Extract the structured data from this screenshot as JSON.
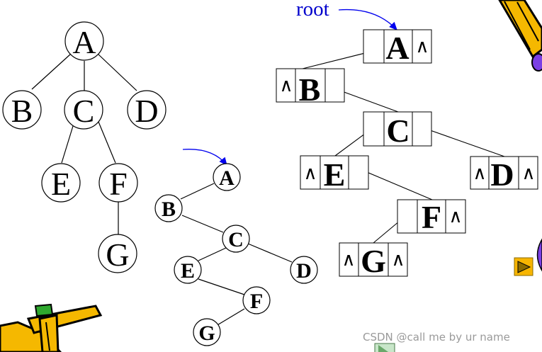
{
  "general_tree": {
    "nodes": {
      "A": "A",
      "B": "B",
      "C": "C",
      "D": "D",
      "E": "E",
      "F": "F",
      "G": "G"
    }
  },
  "binary_tree": {
    "nodes": {
      "A": "A",
      "B": "B",
      "C": "C",
      "D": "D",
      "E": "E",
      "F": "F",
      "G": "G"
    }
  },
  "linked_storage": {
    "root_label": "root",
    "null_symbol": "∧",
    "nodes": {
      "A": "A",
      "B": "B",
      "C": "C",
      "D": "D",
      "E": "E",
      "F": "F",
      "G": "G"
    }
  },
  "nav": {
    "next_icon": "play-triangle-icon"
  },
  "watermark": "CSDN @call me by ur name",
  "colors": {
    "pointer_arrow": "#0000ee",
    "root_text": "#0000cc",
    "nav_button": "#f7b500"
  }
}
